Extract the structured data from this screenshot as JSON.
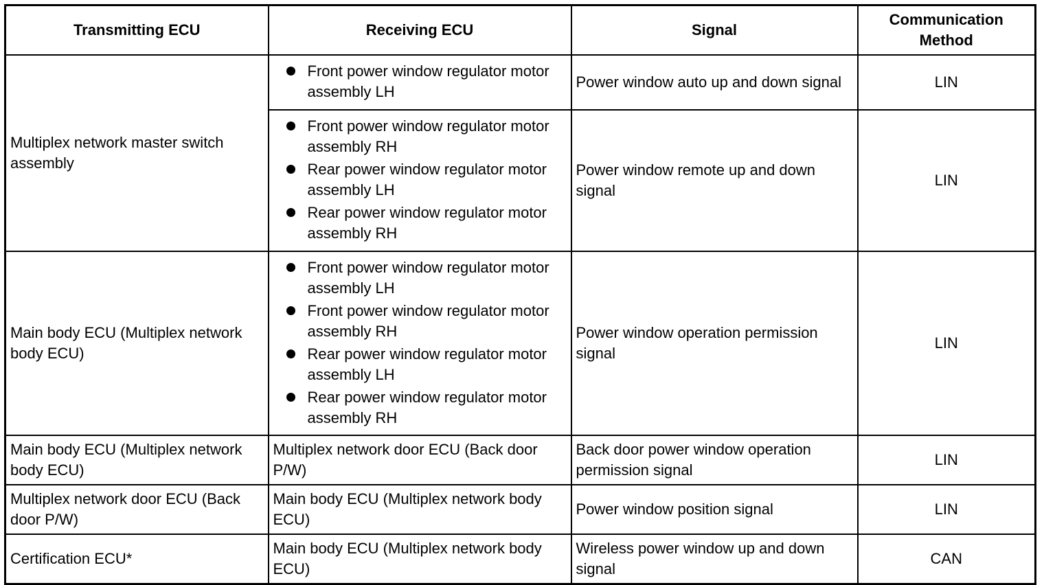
{
  "headers": {
    "transmitting": "Transmitting ECU",
    "receiving": "Receiving ECU",
    "signal": "Signal",
    "method_line1": "Communication",
    "method_line2": "Method"
  },
  "rows": [
    {
      "transmitting": "Multiplex network master switch assembly",
      "receivers": [
        "Front power window regulator motor assembly LH"
      ],
      "signal": "Power window auto up and down signal",
      "method": "LIN"
    },
    {
      "receivers": [
        "Front power window regulator motor assembly RH",
        "Rear power window regulator motor assembly LH",
        "Rear power window regulator motor assembly RH"
      ],
      "signal": "Power window remote up and down signal",
      "method": "LIN"
    },
    {
      "transmitting": "Main body ECU (Multiplex network body ECU)",
      "receivers": [
        "Front power window regulator motor assembly LH",
        "Front power window regulator motor assembly RH",
        "Rear power window regulator motor assembly LH",
        "Rear power window regulator motor assembly RH"
      ],
      "signal": "Power window operation permission signal",
      "method": "LIN"
    },
    {
      "transmitting": "Main body ECU (Multiplex network body ECU)",
      "receiving": "Multiplex network door ECU (Back door P/W)",
      "signal": "Back door power window operation permission signal",
      "method": "LIN"
    },
    {
      "transmitting": "Multiplex network door ECU (Back door P/W)",
      "receiving": "Main body ECU (Multiplex network body ECU)",
      "signal": "Power window position signal",
      "method": "LIN"
    },
    {
      "transmitting": "Certification ECU*",
      "receiving": "Main body ECU (Multiplex network body ECU)",
      "signal": "Wireless power window up and down signal",
      "method": "CAN"
    }
  ]
}
